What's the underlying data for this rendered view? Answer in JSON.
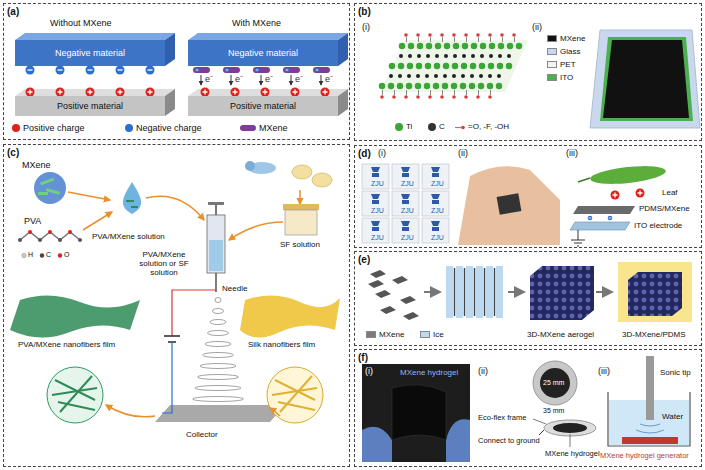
{
  "diagram": {
    "nodes": [
      {
        "text": [
          "(a)"
        ]
      },
      {
        "text": [
          "Negative material"
        ],
        "in": 0
      },
      {
        "text": [
          "Positive material"
        ],
        "in": 0
      },
      {
        "text": [
          "Negative material"
        ],
        "in": 0
      },
      {
        "text": [
          "Positive material"
        ],
        "in": 0
      },
      {
        "text": [
          "(b)"
        ]
      },
      {
        "text": [
          "(c)"
        ]
      },
      {
        "text": [
          "(d)"
        ]
      },
      {
        "text": [
          "(e)"
        ]
      },
      {
        "text": [
          "(f)"
        ]
      }
    ],
    "labels": [
      "Without MXene",
      "With MXene",
      "e⁻",
      "e⁻",
      "e⁻",
      "e⁻",
      "e⁻",
      "(i)",
      "(ii)",
      "MXene",
      "PVA",
      "H",
      "C",
      "O",
      "PVA/MXene solution",
      "PVA/MXene solution or SF solution",
      "SF solution",
      "Needle",
      "PVA/MXene nanofibers film",
      "Silk nanofibers film",
      "Collector",
      "(i)",
      "(ii)",
      "(iii)",
      "ZJU",
      "ZJU",
      "ZJU",
      "ZJU",
      "ZJU",
      "ZJU",
      "ZJU",
      "ZJU",
      "ZJU",
      "Leaf",
      "PDMS/MXene",
      "ITO electrode",
      "3D-MXene aerogel",
      "3D-MXene/PDMS",
      "(i)",
      "MXene hydrogel",
      "(ii)",
      "25 mm",
      "35 mm",
      "Eco-flex frame",
      "Connect to ground",
      "MXene hydrogel",
      "(iii)",
      "Sonic tip",
      "Water",
      "MXene hydrogel generator"
    ],
    "legend": [
      {
        "text": "Positive charge",
        "color": "#e0201b"
      },
      {
        "text": "Negative charge",
        "color": "#2a6fd1"
      },
      {
        "text": "MXene",
        "color": "#7d3c98"
      },
      {
        "text": "Ti",
        "color": "#3aa635"
      },
      {
        "text": "C",
        "color": "#333333"
      },
      {
        "text": "=O, -F, -OH"
      },
      {
        "text": "MXene",
        "color": "#111111"
      },
      {
        "text": "Glass",
        "color": "#c9d8ec"
      },
      {
        "text": "PET",
        "color": "#f2f2f2"
      },
      {
        "text": "ITO",
        "color": "#4caf50"
      },
      {
        "text": "MXene",
        "color": "#7a7a7a"
      },
      {
        "text": "Ice",
        "color": "#bcd9ef"
      }
    ]
  }
}
